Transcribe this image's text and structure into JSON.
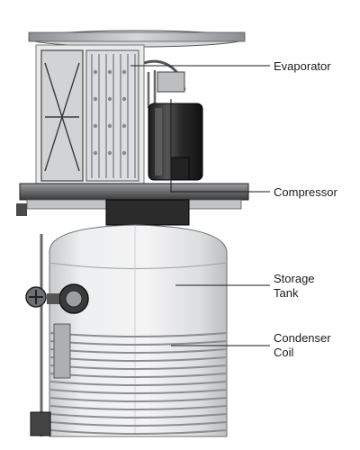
{
  "callouts": {
    "evaporator": "Evaporator",
    "compressor": "Compressor",
    "storage_tank": [
      "Storage",
      "Tank"
    ],
    "condenser_coil": [
      "Condenser",
      "Coil"
    ]
  },
  "colors": {
    "background": "#ffffff",
    "label_text": "#1a1a1a",
    "metal_dark": "#2a2a2a",
    "metal_mid": "#8a8a8a",
    "glass": "#e6e7e8"
  }
}
